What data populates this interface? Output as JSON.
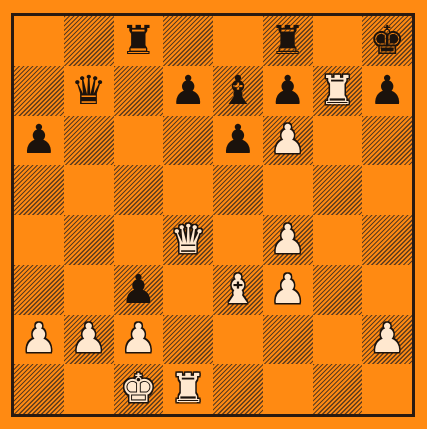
{
  "board": {
    "ranks": [
      [
        "",
        "",
        "r",
        "",
        "",
        "r",
        "",
        "k"
      ],
      [
        "",
        "q",
        "",
        "p",
        "b",
        "p",
        "R",
        "p"
      ],
      [
        "p",
        "",
        "",
        "",
        "p",
        "P",
        "",
        ""
      ],
      [
        "",
        "",
        "",
        "",
        "",
        "",
        "",
        ""
      ],
      [
        "",
        "",
        "",
        "Q",
        "",
        "P",
        "",
        ""
      ],
      [
        "",
        "",
        "p",
        "",
        "B",
        "P",
        "",
        ""
      ],
      [
        "P",
        "P",
        "P",
        "",
        "",
        "",
        "",
        "P"
      ],
      [
        "",
        "",
        "K",
        "R",
        "",
        "",
        "",
        ""
      ]
    ],
    "orientation": "white-bottom"
  },
  "colors": {
    "light_square": "#ff8a12",
    "dark_square_hatch": "#5a3a1e",
    "frame": "#2a1a10"
  },
  "piece_glyphs": {
    "K": "♚",
    "Q": "♛",
    "R": "♜",
    "B": "♝",
    "N": "♞",
    "P": "♟",
    "k": "♚",
    "q": "♛",
    "r": "♜",
    "b": "♝",
    "n": "♞",
    "p": "♟"
  }
}
